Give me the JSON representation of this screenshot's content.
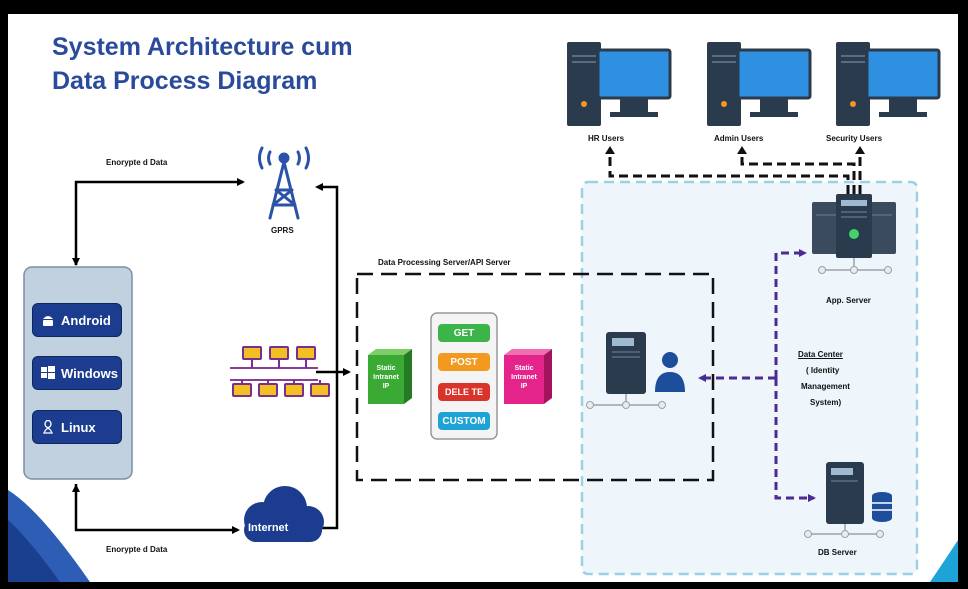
{
  "title": {
    "line1": "System Architecture cum",
    "line2": "Data Process Diagram"
  },
  "edge_labels": {
    "encrypted_top": "Enorypte d  Data",
    "encrypted_bottom": "Enorypte d  Data"
  },
  "nodes": {
    "gprs": "GPRS",
    "internet": "Internet",
    "processing_box": "Data  Processing  Server/API  Server",
    "static_ip_left": "Static\nIntranet\nIP",
    "static_ip_right": "Static\nIntranet\nIP",
    "app_server": "App.  Server",
    "data_center_line1": "Data  Center",
    "data_center_line2": "( Identity",
    "data_center_line3": "Management",
    "data_center_line4": "System)",
    "db_server": "DB  Server"
  },
  "users": {
    "hr": "HR Users",
    "admin": "Admin  Users",
    "security": "Security  Users"
  },
  "os": {
    "android": "Android",
    "windows": "Windows",
    "linux": "Linux"
  },
  "api_methods": {
    "get": "GET",
    "post": "POST",
    "delete": "DELE TE",
    "custom": "CUSTOM"
  },
  "colors": {
    "title": "#2a4a9c",
    "os_button": "#1c3d8f",
    "get": "#3cb44a",
    "post": "#f29a1f",
    "delete": "#d9342b",
    "custom": "#1ea3d6",
    "static_ip_green": "#3aaa35",
    "static_ip_pink": "#e4248a",
    "datacenter_fill": "#eef6fb",
    "datacenter_border": "#9fcfe4",
    "purple_link": "#4b2b91",
    "server_dark": "#2b3b4e",
    "monitor_blue": "#2f8fe0"
  },
  "icons": [
    "gprs-tower-icon",
    "cloud-icon",
    "network-nodes-icon",
    "desktop-pc-icon",
    "server-rack-icon",
    "server-user-icon",
    "database-icon",
    "android-icon",
    "windows-icon",
    "linux-icon"
  ]
}
